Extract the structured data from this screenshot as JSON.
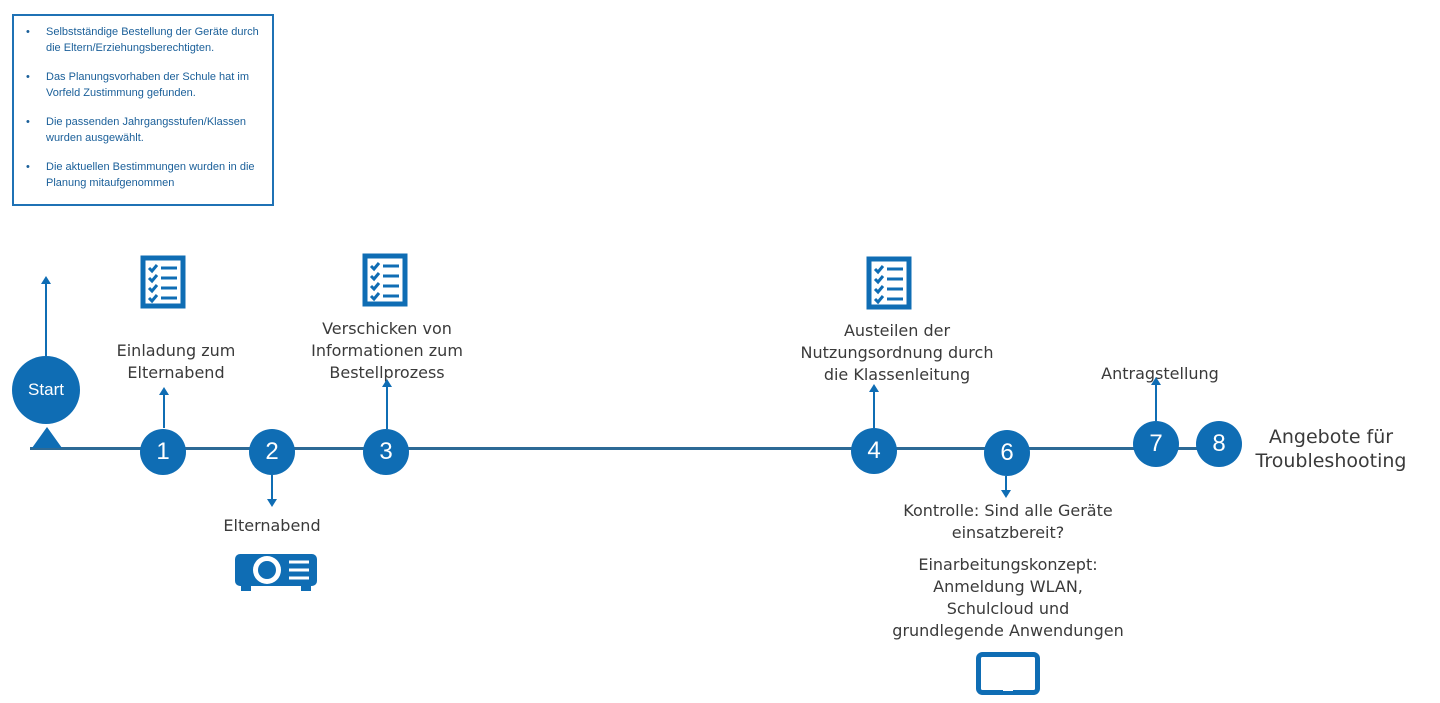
{
  "notes": [
    "Selbstständige Bestellung der Geräte durch die Eltern/Erziehungsberechtigten.",
    "Das Planungsvorhaben der Schule hat im Vorfeld Zustimmung gefunden.",
    "Die passenden Jahrgangsstufen/Klassen wurden ausgewählt.",
    "Die aktuellen Bestimmungen wurden in die Planung mitaufgenommen"
  ],
  "start": {
    "label": "Start"
  },
  "steps": {
    "s1": {
      "number": "1",
      "label_l1": "Einladung zum",
      "label_l2": "Elternabend"
    },
    "s2": {
      "number": "2",
      "label": "Elternabend"
    },
    "s3": {
      "number": "3",
      "label_l1": "Verschicken von",
      "label_l2": "Informationen zum",
      "label_l3": "Bestellprozess"
    },
    "s4": {
      "number": "4",
      "label_l1": "Austeilen der",
      "label_l2": "Nutzungsordnung durch",
      "label_l3": "die Klassenleitung"
    },
    "s6": {
      "number": "6",
      "check_l1": "Kontrolle: Sind alle Geräte",
      "check_l2": "einsatzbereit?",
      "concept_l1": "Einarbeitungskonzept:",
      "concept_l2": "Anmeldung WLAN,",
      "concept_l3": "Schulcloud und",
      "concept_l4": "grundlegende Anwendungen"
    },
    "s7": {
      "number": "7",
      "label": "Antragstellung"
    },
    "s8": {
      "number": "8",
      "label_l1": "Angebote für",
      "label_l2": "Troubleshooting"
    }
  },
  "colors": {
    "accent": "#0f6db4",
    "line": "#2d6a96",
    "notes_text": "#1a5f99"
  },
  "icons": [
    "checklist-icon",
    "projector-icon",
    "tablet-icon",
    "triangle-marker-icon"
  ]
}
